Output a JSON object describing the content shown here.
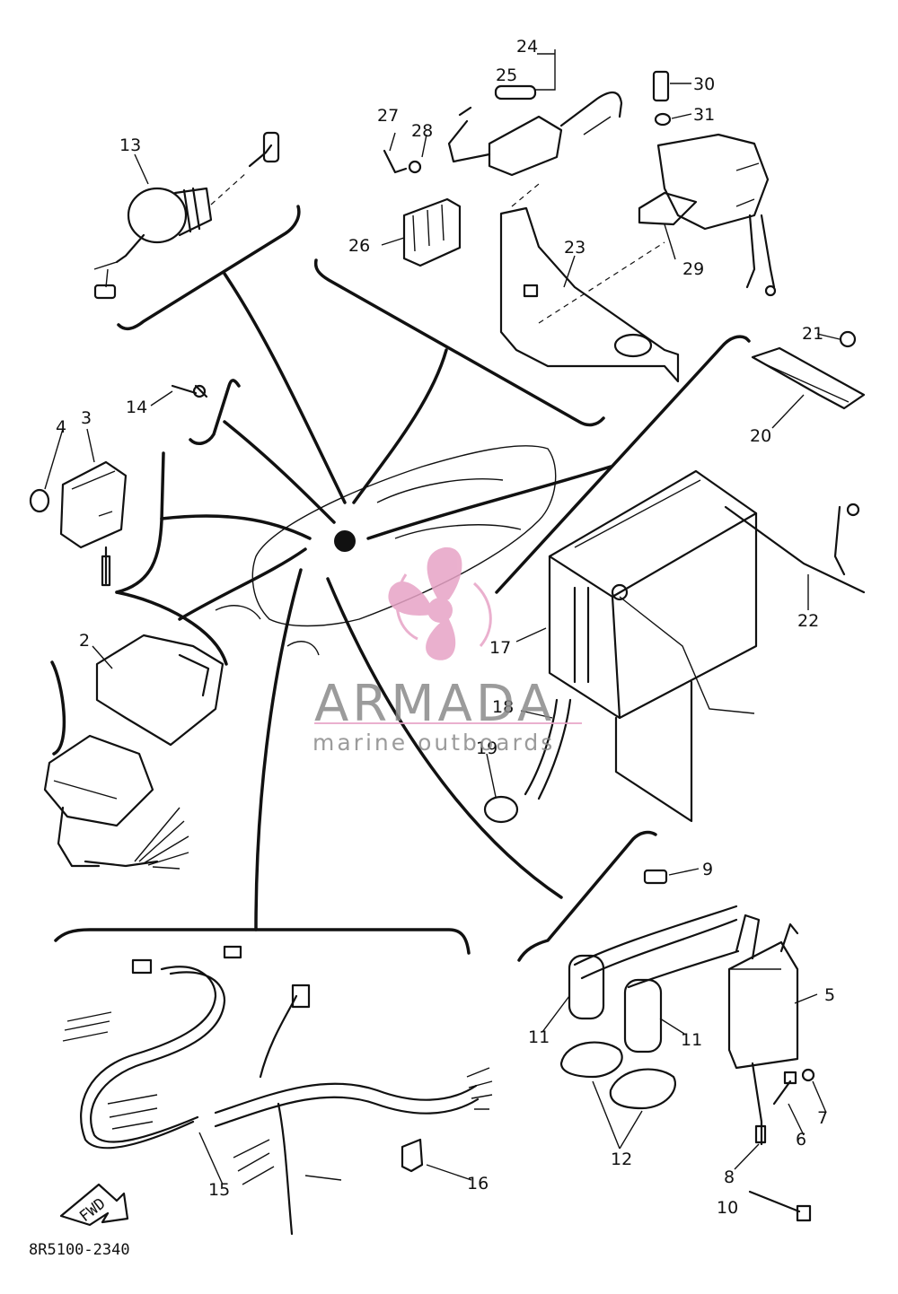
{
  "diagram": {
    "callouts": [
      "2",
      "3",
      "4",
      "5",
      "6",
      "7",
      "8",
      "9",
      "10",
      "11",
      "11",
      "12",
      "13",
      "14",
      "15",
      "16",
      "17",
      "18",
      "19",
      "20",
      "21",
      "22",
      "23",
      "24",
      "25",
      "26",
      "27",
      "28",
      "29",
      "30",
      "31"
    ],
    "drawing_code": "8R5100-2340",
    "fwd_marker": "FWD"
  },
  "watermark": {
    "brand": "ARMADA",
    "tagline": "marine outboards",
    "logo_color": "#e7a3c6",
    "text_color": "#8a8a8a"
  }
}
